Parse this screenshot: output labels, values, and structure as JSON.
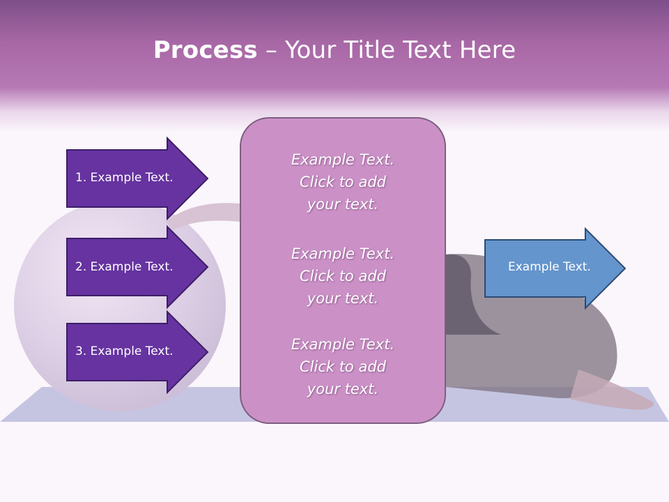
{
  "title": {
    "bold": "Process",
    "rest": " – Your Title Text Here"
  },
  "left_arrows": [
    {
      "label": "1. Example Text."
    },
    {
      "label": "2. Example Text."
    },
    {
      "label": "3. Example Text."
    }
  ],
  "center_panel": {
    "blocks": [
      {
        "line1": "Example Text.",
        "line2": "Click  to add",
        "line3": "your text."
      },
      {
        "line1": "Example Text.",
        "line2": "Click  to add",
        "line3": "your text."
      },
      {
        "line1": "Example Text.",
        "line2": "Click  to add",
        "line3": "your text."
      }
    ]
  },
  "right_arrow": {
    "label": "Example Text."
  },
  "colors": {
    "header": "#a767a5",
    "left_arrow_fill": "#6633a0",
    "left_arrow_border": "#3d1d66",
    "panel_fill": "#cb91c7",
    "right_arrow_fill": "#6495cc",
    "right_arrow_border": "#2d4a74"
  }
}
